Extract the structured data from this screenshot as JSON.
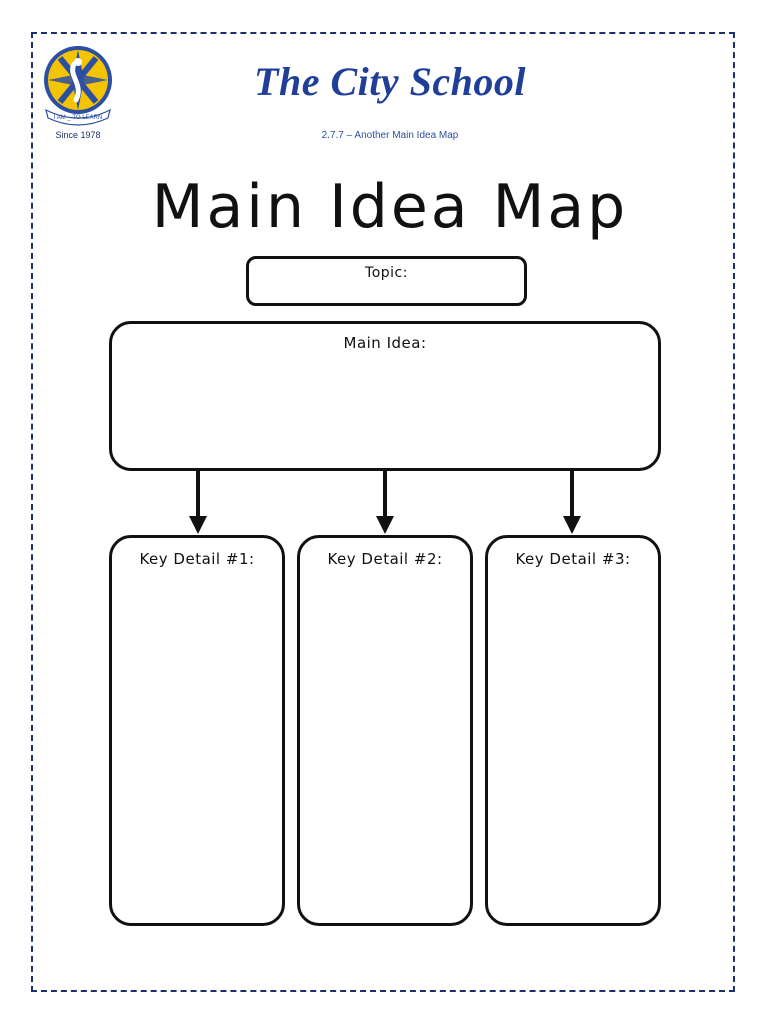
{
  "header": {
    "school_name": "The City School",
    "subtitle": "2.7.7 – Another Main Idea Map",
    "logo": {
      "motto": "I AM _ TO LEARN",
      "since": "Since 1978"
    }
  },
  "worksheet": {
    "title": "Main Idea Map",
    "topic_label": "Topic:",
    "main_idea_label": "Main Idea:",
    "key_details": [
      {
        "label": "Key Detail #1:"
      },
      {
        "label": "Key Detail #2:"
      },
      {
        "label": "Key Detail #3:"
      }
    ]
  },
  "colors": {
    "brand_blue": "#1f3f99",
    "border_navy": "#1f2f6b",
    "logo_yellow": "#f5c400",
    "ink": "#111111"
  }
}
